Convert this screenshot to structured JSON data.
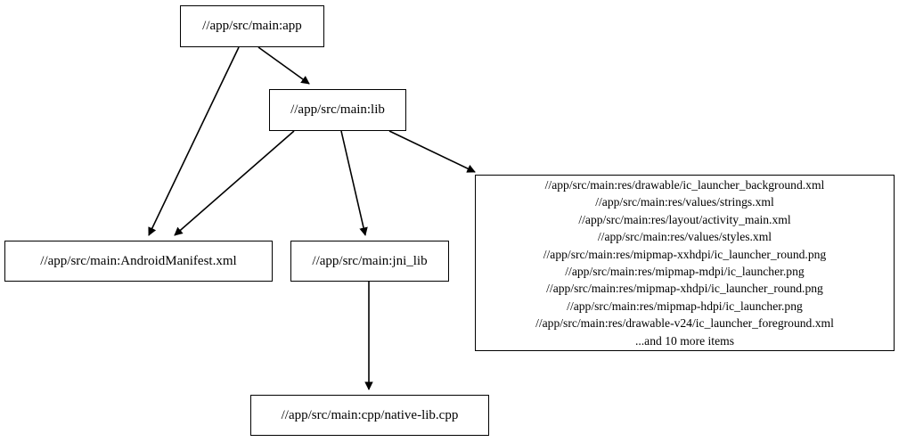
{
  "graph": {
    "type": "directed-dependency-graph",
    "background_color": "#ffffff",
    "line_color": "#000000",
    "text_color": "#000000",
    "nodes": {
      "app": {
        "label": "//app/src/main:app"
      },
      "lib": {
        "label": "//app/src/main:lib"
      },
      "manifest": {
        "label": "//app/src/main:AndroidManifest.xml"
      },
      "jni_lib": {
        "label": "//app/src/main:jni_lib"
      },
      "native_lib": {
        "label": "//app/src/main:cpp/native-lib.cpp"
      },
      "res": {
        "lines": [
          "//app/src/main:res/drawable/ic_launcher_background.xml",
          "//app/src/main:res/values/strings.xml",
          "//app/src/main:res/layout/activity_main.xml",
          "//app/src/main:res/values/styles.xml",
          "//app/src/main:res/mipmap-xxhdpi/ic_launcher_round.png",
          "//app/src/main:res/mipmap-mdpi/ic_launcher.png",
          "//app/src/main:res/mipmap-xhdpi/ic_launcher_round.png",
          "//app/src/main:res/mipmap-hdpi/ic_launcher.png",
          "//app/src/main:res/drawable-v24/ic_launcher_foreground.xml",
          "...and 10 more items"
        ],
        "label": "//app/src/main:res/drawable/ic_launcher_background.xml\n//app/src/main:res/values/strings.xml\n//app/src/main:res/layout/activity_main.xml\n//app/src/main:res/values/styles.xml\n//app/src/main:res/mipmap-xxhdpi/ic_launcher_round.png\n//app/src/main:res/mipmap-mdpi/ic_launcher.png\n//app/src/main:res/mipmap-xhdpi/ic_launcher_round.png\n//app/src/main:res/mipmap-hdpi/ic_launcher.png\n//app/src/main:res/drawable-v24/ic_launcher_foreground.xml\n...and 10 more items"
      }
    },
    "edges": [
      {
        "from": "app",
        "to": "lib"
      },
      {
        "from": "app",
        "to": "manifest"
      },
      {
        "from": "lib",
        "to": "manifest"
      },
      {
        "from": "lib",
        "to": "jni_lib"
      },
      {
        "from": "lib",
        "to": "res"
      },
      {
        "from": "jni_lib",
        "to": "native_lib"
      }
    ]
  }
}
